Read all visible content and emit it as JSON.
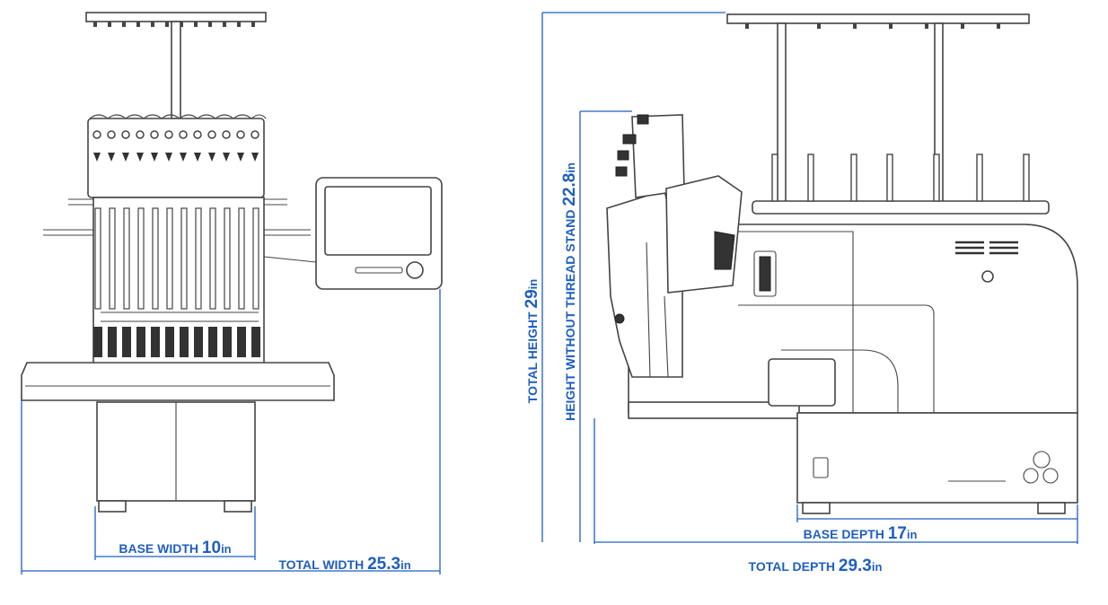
{
  "diagram": {
    "accent_color": "#1f5fbf",
    "machine_stroke_color": "#444444",
    "front_view": {
      "base_width": {
        "label": "BASE WIDTH",
        "value": "10",
        "unit": "in"
      },
      "total_width": {
        "label": "TOTAL WIDTH",
        "value": "25.3",
        "unit": "in"
      }
    },
    "side_view": {
      "total_height": {
        "label": "TOTAL HEIGHT",
        "value": "29",
        "unit": "in"
      },
      "height_without_stand": {
        "label": "HEIGHT WITHOUT THREAD STAND",
        "value": "22.8",
        "unit": "in"
      },
      "base_depth": {
        "label": "BASE DEPTH",
        "value": "17",
        "unit": "in"
      },
      "total_depth": {
        "label": "TOTAL DEPTH",
        "value": "29.3",
        "unit": "in"
      }
    }
  }
}
